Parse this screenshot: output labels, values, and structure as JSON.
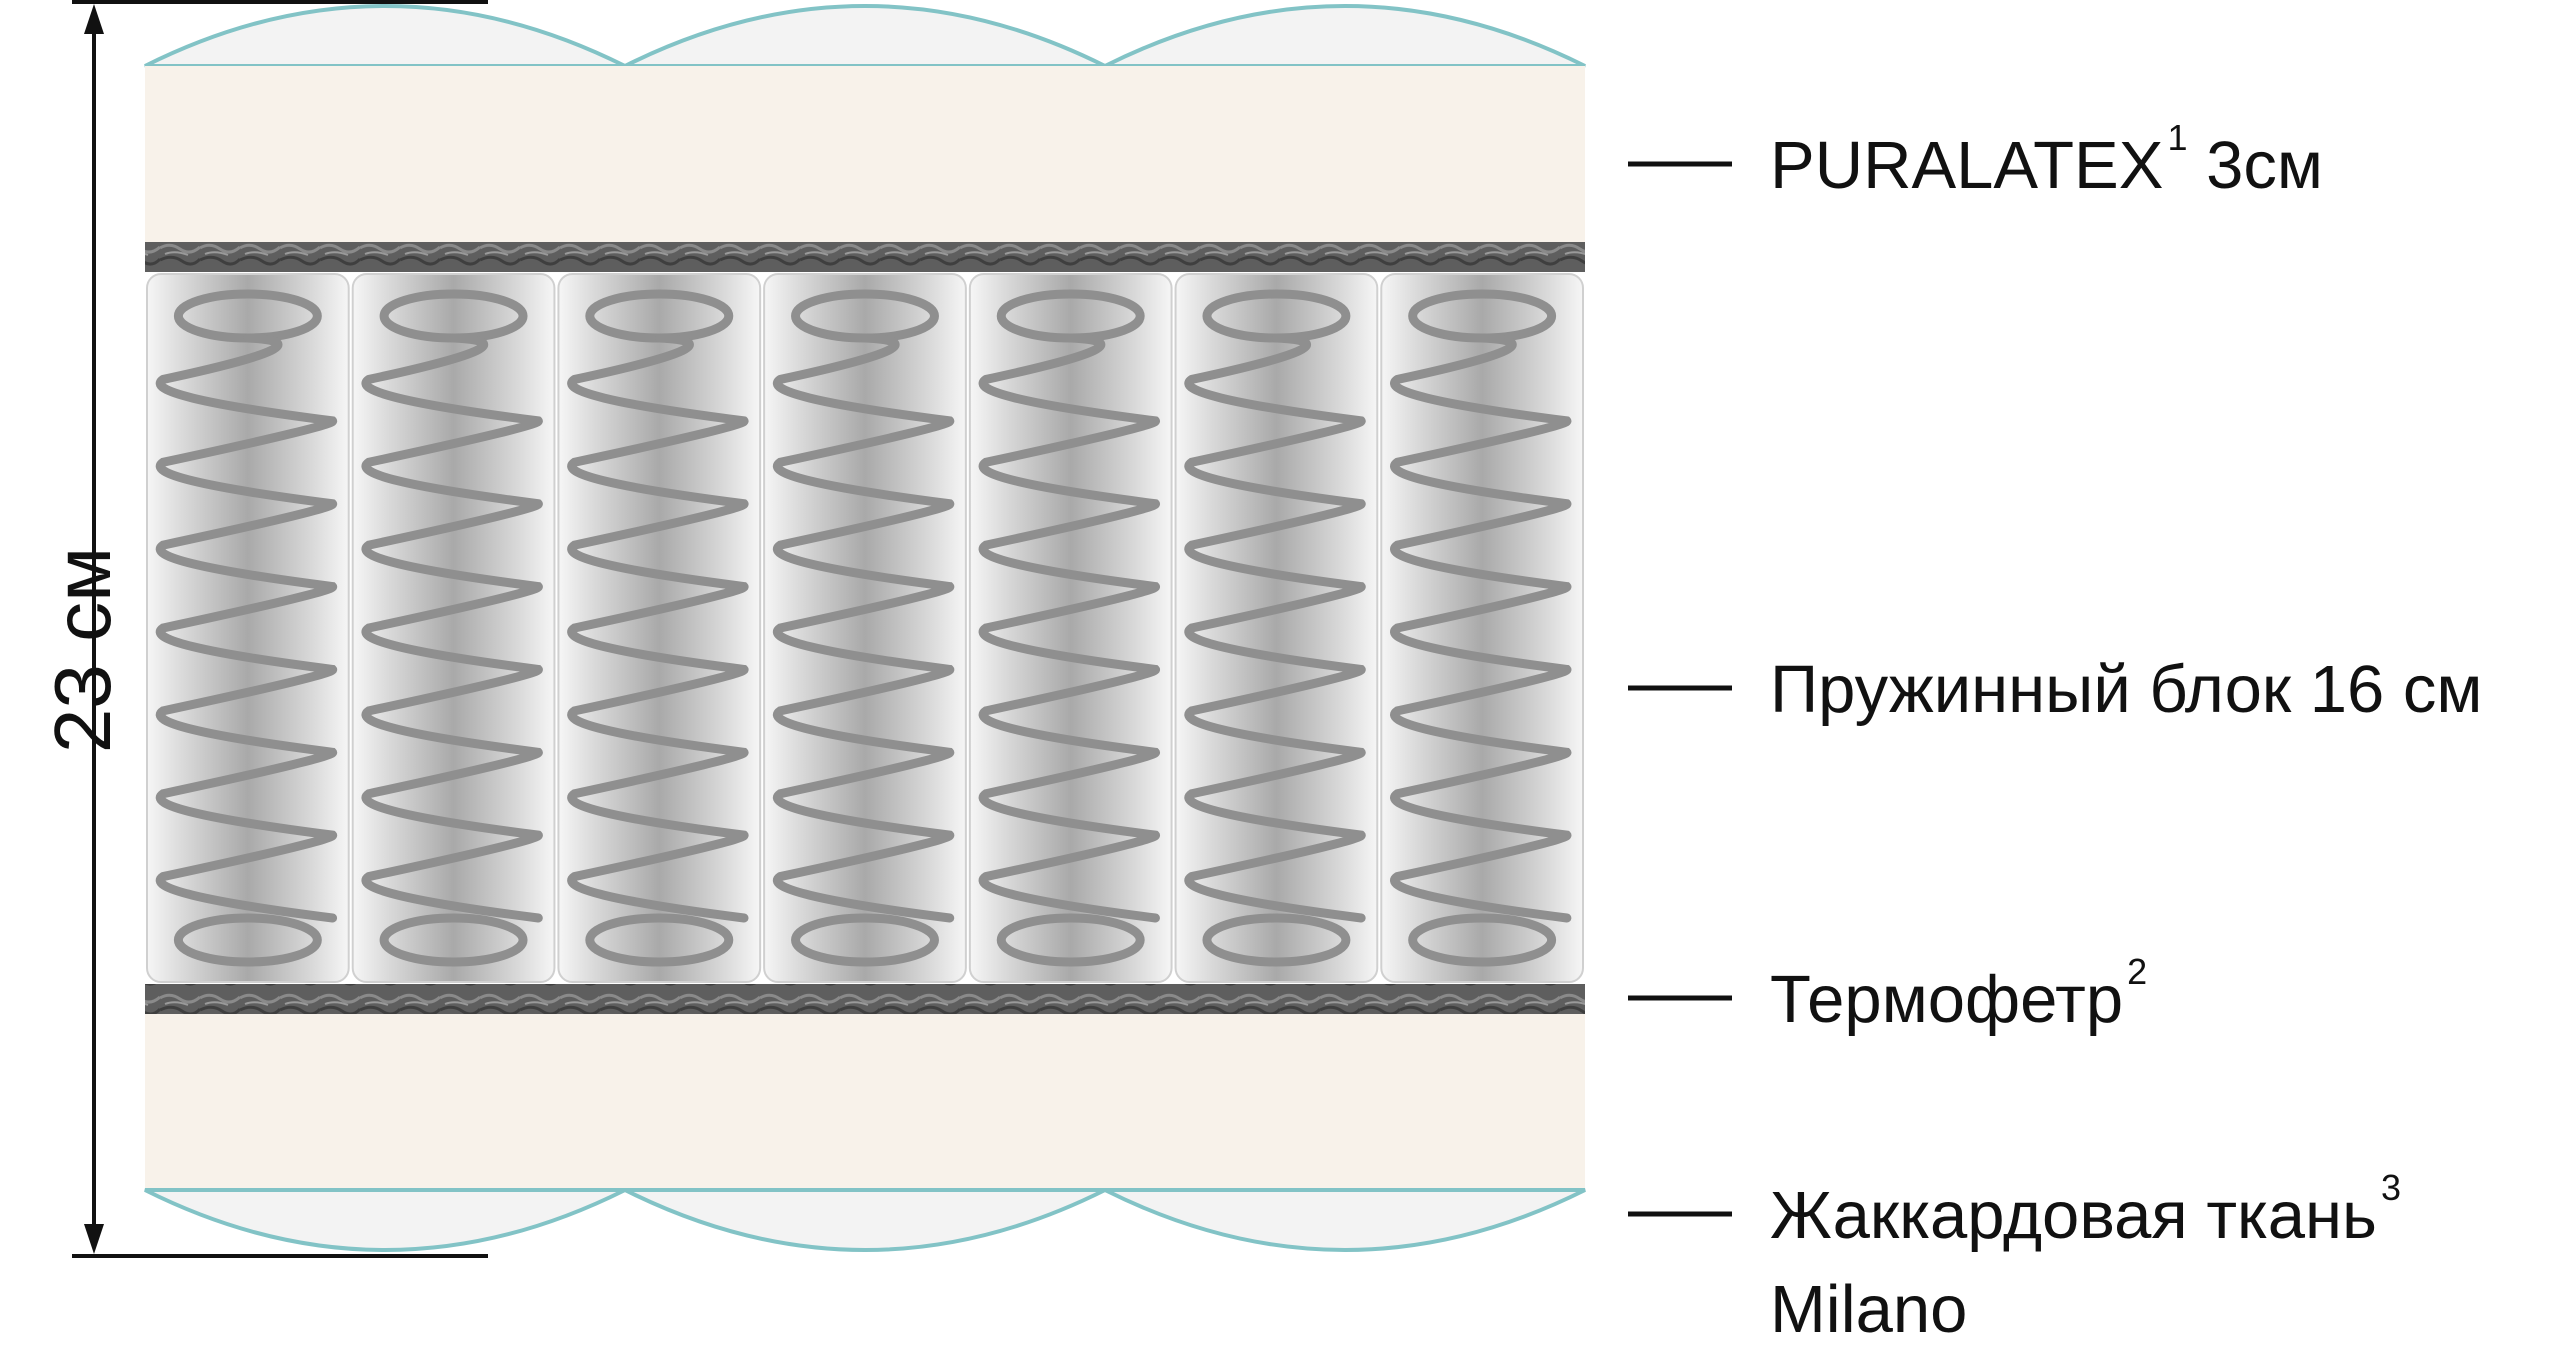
{
  "diagram": {
    "total_height": "23 см",
    "colors": {
      "fabric_outline": "#82c3c6",
      "fabric_fill": "#f3f3f3",
      "latex": "#f8f2ea",
      "felt": "#5c5c5c",
      "spring": "#8f8f8f",
      "line": "#111111"
    },
    "spring_count": 7,
    "layers": [
      {
        "name": "PURALATEX",
        "mark": "1",
        "suffix": " 3см"
      },
      {
        "name": "Пружинный блок 16 см",
        "mark": "",
        "suffix": ""
      },
      {
        "name": "Термофетр",
        "mark": "2",
        "suffix": ""
      },
      {
        "name": "Жаккардовая ткань",
        "mark": "3",
        "suffix": ""
      },
      {
        "name": "Milano",
        "mark": "",
        "suffix": ""
      }
    ]
  }
}
